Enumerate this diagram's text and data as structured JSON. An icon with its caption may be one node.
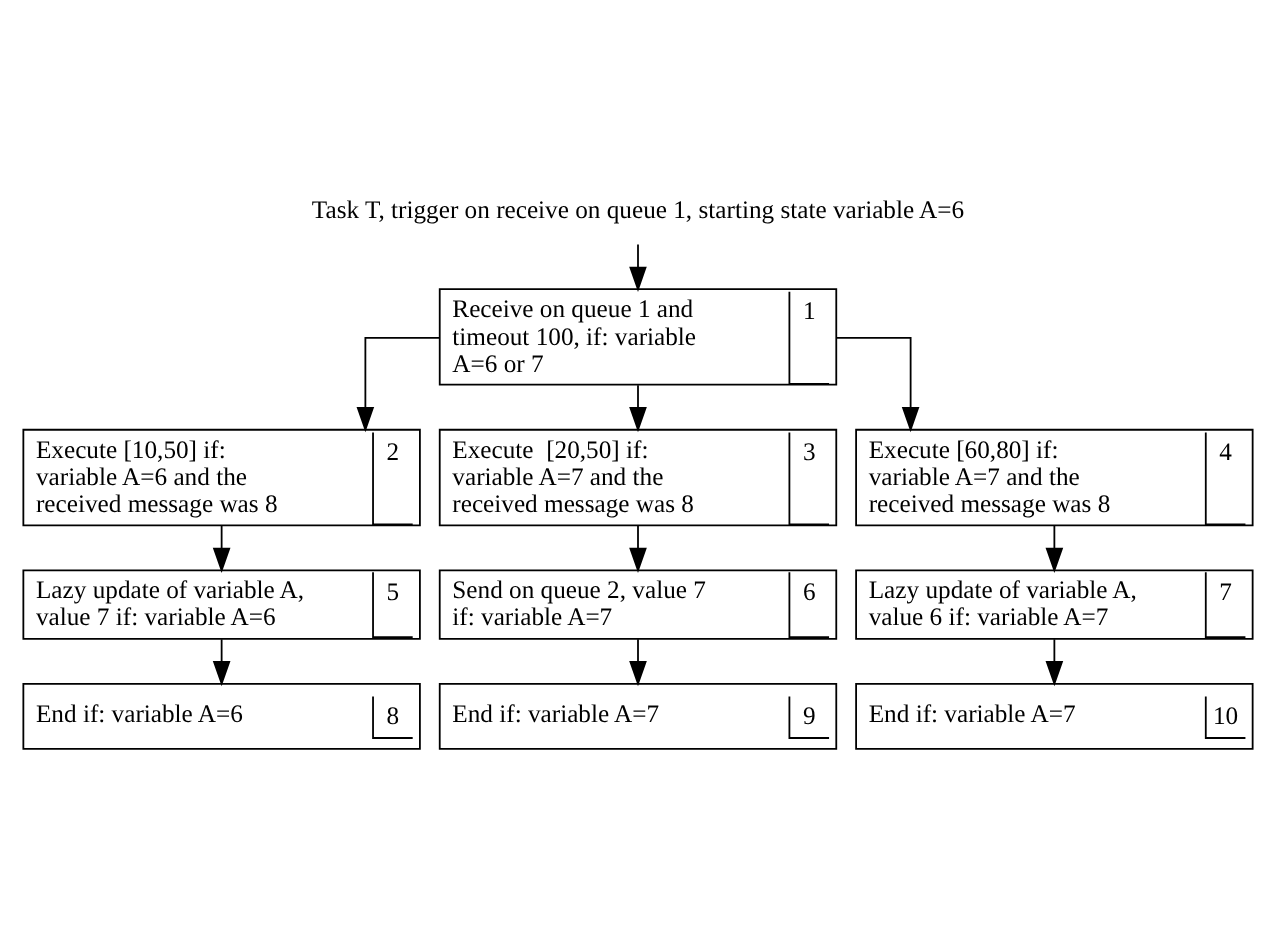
{
  "diagram": {
    "nodes": [
      {
        "text": [
          "Task T, trigger on receive on queue 1, starting state variable A=6"
        ]
      },
      {
        "text": [
          "Receive on queue 1 and timeout 100, if: variable A=6 or 7",
          "1"
        ]
      },
      {
        "text": [
          "Execute [10,50] if: variable A=6 and the received message was 8",
          "2"
        ]
      },
      {
        "text": [
          "Execute  [20,50] if: variable A=7 and the received message was 8",
          "3"
        ]
      },
      {
        "text": [
          "Execute [60,80] if: variable A=7 and the received message was 8",
          "4"
        ]
      },
      {
        "text": [
          "Lazy update of variable A, value 7 if: variable A=6",
          "5"
        ]
      },
      {
        "text": [
          "Send on queue 2, value 7 if: variable A=7",
          "6"
        ]
      },
      {
        "text": [
          "Lazy update of variable A, value 6 if: variable A=7",
          "7"
        ]
      },
      {
        "text": [
          "End if: variable A=6",
          "8"
        ]
      },
      {
        "text": [
          "End if: variable A=7",
          "9"
        ]
      },
      {
        "text": [
          "End if: variable A=7",
          "10"
        ]
      }
    ],
    "edges": [
      {
        "from": 0,
        "to": 1,
        "arrow": "to"
      },
      {
        "from": 1,
        "to": 2,
        "arrow": "to"
      },
      {
        "from": 1,
        "to": 3,
        "arrow": "to"
      },
      {
        "from": 1,
        "to": 4,
        "arrow": "to"
      },
      {
        "from": 2,
        "to": 5,
        "arrow": "to"
      },
      {
        "from": 3,
        "to": 6,
        "arrow": "to"
      },
      {
        "from": 4,
        "to": 7,
        "arrow": "to"
      },
      {
        "from": 5,
        "to": 8,
        "arrow": "to"
      },
      {
        "from": 6,
        "to": 9,
        "arrow": "to"
      },
      {
        "from": 7,
        "to": 10,
        "arrow": "to"
      }
    ]
  }
}
